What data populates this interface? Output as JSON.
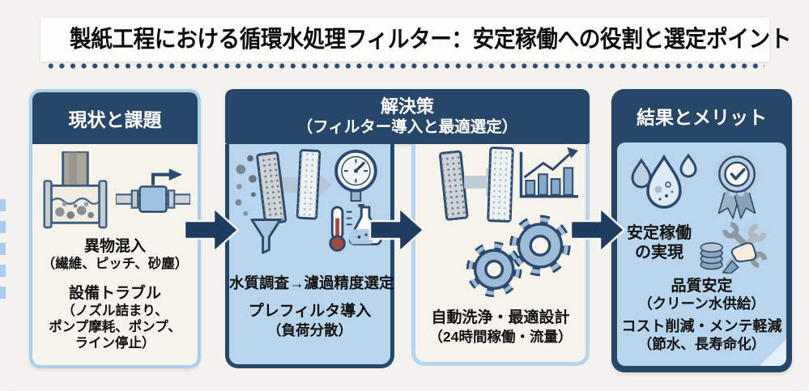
{
  "title": {
    "text": "製紙工程における循環水処理フィルター：安定稼働への役割と選定ポイント"
  },
  "panel_current": {
    "header": "現状と課題",
    "icons": [
      "clogged-pipe-icon",
      "valve-flow-icon"
    ],
    "item1": {
      "title": "異物混入",
      "detail": "（繊維、ピッチ、砂塵）"
    },
    "item2": {
      "title": "設備トラブル",
      "detail_line1": "（ノズル詰まり、",
      "detail_line2": "ポンプ摩耗、ポンプ、",
      "detail_line3": "ライン停止）"
    }
  },
  "panel_solution": {
    "header_line1": "解決策",
    "header_line2": "（フィルター導入と最適選定）",
    "sub1": {
      "icons": [
        "particles-filter-plates-icon",
        "funnel-icon",
        "pressure-gauge-icon",
        "thermometer-icon",
        "flask-icon"
      ],
      "step": "水質調査→濾過精度選定",
      "item": {
        "title": "プレフィルタ導入",
        "detail": "（負荷分散）"
      }
    },
    "sub2": {
      "icons": [
        "filter-plates-flow-icon",
        "rising-bar-chart-icon",
        "gears-icon"
      ],
      "item": {
        "title": "自動洗浄・最適設計",
        "detail": "（24時間稼働・流量）"
      }
    }
  },
  "panel_result": {
    "header": "結果とメリット",
    "icons": [
      "water-drops-icon",
      "quality-badge-icon",
      "coins-tools-icon"
    ],
    "item1": {
      "line1": "安定稼働",
      "line2": "の実現"
    },
    "item2": {
      "title": "品質安定",
      "detail": "（クリーン水供給）"
    },
    "item3": {
      "title": "コスト削減・メンテ軽減",
      "detail": "（節水、長寿命化）"
    }
  },
  "colors": {
    "navy": "#274769",
    "arrow_navy": "#1e3c60",
    "panel_blue": "#b7d6ee",
    "border_blue": "#abcfe9",
    "cream": "#f6f3ec",
    "page_bg": "#f0eeea",
    "title_bg": "#fdfdfa",
    "dot_line": "#2c4d77",
    "text": "#101010"
  }
}
